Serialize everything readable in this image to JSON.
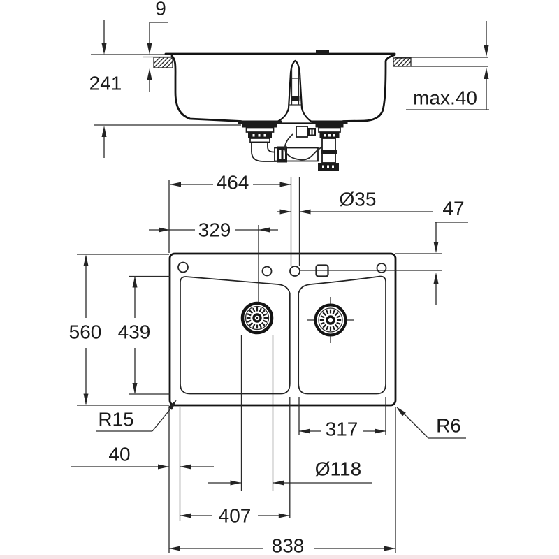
{
  "drawing": {
    "type": "sink-technical-drawing",
    "colors": {
      "line": "#2a2a2a",
      "bold_line": "#141414",
      "background": "#ffffff",
      "bottom_strip": "#f6e4e7"
    },
    "front_view": {
      "rim_height_label": "9",
      "depth_label": "241",
      "counter_max_label": "max.40"
    },
    "plan_view": {
      "tap_offset_x_label": "464",
      "tap_diameter_label": "Ø35",
      "tap_offset_y_label": "47",
      "drain_offset_label": "329",
      "overall_depth_label": "560",
      "bowl_depth_label": "439",
      "bowl_radius_label": "R15",
      "corner_radius_label": "R6",
      "edge_offset_label": "40",
      "right_bowl_width_label": "317",
      "drain_diameter_label": "Ø118",
      "left_span_label": "407",
      "overall_width_label": "838"
    }
  }
}
